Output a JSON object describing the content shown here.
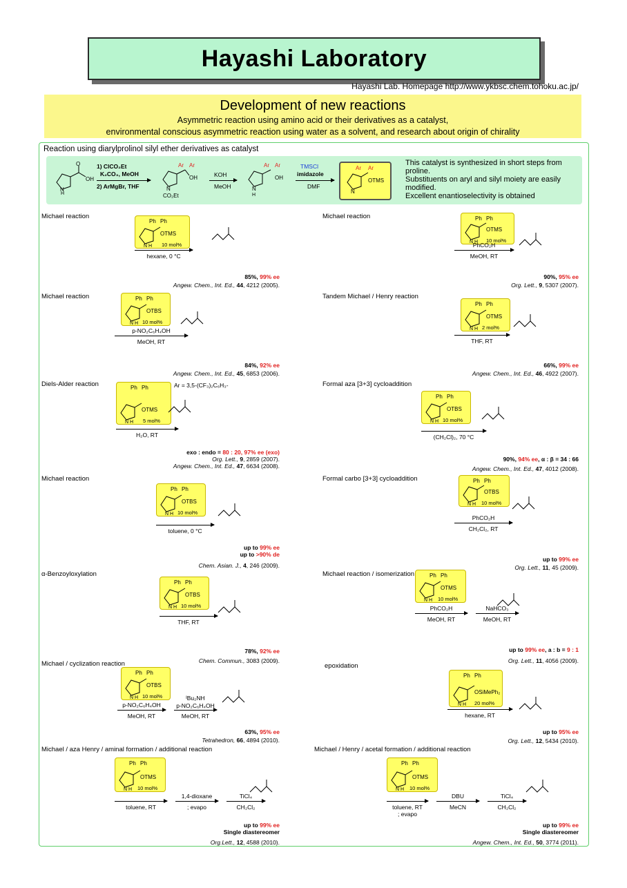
{
  "header": {
    "title": "Hayashi Laboratory",
    "homepage": "Hayashi Lab. Homepage http://www.ykbsc.chem.tohoku.ac.jp/"
  },
  "intro": {
    "title": "Development of new reactions",
    "line1": "Asymmetric reaction using amino acid or their derivatives as a catalyst,",
    "line2": "environmental conscious asymmetric reaction using water as a solvent, and research about origin of chirality"
  },
  "catalyst_section": {
    "header": "Reaction using diarylprolinol silyl ether derivatives as catalyst",
    "step1_a": "1) ClCO₂Et",
    "step1_b": "K₂CO₃, MeOH",
    "step1_c": "2) ArMgBr, THF",
    "step2_a": "KOH",
    "step2_b": "MeOH",
    "step3_a": "TMSCl",
    "step3_b": "imidazole",
    "step3_c": "DMF",
    "desc1": "This catalyst is synthesized in short steps from proline.",
    "desc2": "Substituents on aryl and silyl moiety are easily modified.",
    "desc3": "Excellent enantioselectivity is obtained"
  },
  "reactions": [
    {
      "label": "Michael reaction",
      "cat": "10 mol%",
      "silyl": "OTMS",
      "cond": "hexane, 0 °C",
      "yield": "85%, ",
      "ee": "99% ee",
      "ref": "Angew. Chem., Int. Ed., ",
      "vol": "44",
      "pages": ", 4212 (2005)."
    },
    {
      "label": "Michael reaction",
      "cat": "10 mol%",
      "silyl": "OTMS",
      "cond_top": "PhCO₂H",
      "cond": "MeOH, RT",
      "yield": "90%, ",
      "ee": "95% ee",
      "ref": "Org. Lett., ",
      "vol": "9",
      "pages": ", 5307 (2007)."
    },
    {
      "label": "Michael reaction",
      "cat": "10 mol%",
      "silyl": "OTBS",
      "cond_top": "p-NO₂C₆H₄OH",
      "cond": "MeOH, RT",
      "yield": "84%, ",
      "ee": "92% ee",
      "ref": "Angew. Chem., Int. Ed., ",
      "vol": "45",
      "pages": ", 6853 (2006)."
    },
    {
      "label": "Tandem Michael / Henry reaction",
      "cat": "2 mol%",
      "silyl": "OTMS",
      "cond": "THF, RT",
      "yield": "66%, ",
      "ee": "99% ee",
      "ref": "Angew. Chem., Int. Ed., ",
      "vol": "46",
      "pages": ", 4922 (2007)."
    },
    {
      "label": "Diels-Alder reaction",
      "cat": "5 mol%",
      "silyl": "OTMS",
      "note": "Ar = 3,5-(CF₃)₂C₆H₃-",
      "cond": "H₂O, RT",
      "yield": "exo : endo = ",
      "ee": "80 : 20, 97% ee (exo)",
      "ref": "Org. Lett., ",
      "vol": "9",
      "pages": ", 2859 (2007).",
      "ref2": "Angew. Chem., Int. Ed., ",
      "vol2": "47",
      "pages2": ", 6634 (2008)."
    },
    {
      "label": "Formal aza [3+3] cycloaddition",
      "cat": "10 mol%",
      "silyl": "OTBS",
      "cond": "(CH₂Cl)₂, 70 °C",
      "yield": "90%, ",
      "ee": "94% ee",
      "yield_extra": ", α : β = 34 : 66",
      "ref": "Angew. Chem., Int. Ed., ",
      "vol": "47",
      "pages": ", 4012 (2008)."
    },
    {
      "label": "Michael reaction",
      "cat": "10 mol%",
      "silyl": "OTBS",
      "cond": "toluene, 0 °C",
      "yield": "up to ",
      "ee": "99% ee",
      "yield2": "up to ",
      "de": ">90% de",
      "ref": "Chem. Asian. J., ",
      "vol": "4",
      "pages": ", 246 (2009)."
    },
    {
      "label": "Formal carbo [3+3] cycloaddition",
      "cat": "10 mol%",
      "silyl": "OTBS",
      "cond_top": "PhCO₂H",
      "cond": "CH₂Cl₂, RT",
      "yield": "up to ",
      "ee": "99% ee",
      "ref": "Org. Lett., ",
      "vol": "11",
      "pages": ", 45 (2009)."
    },
    {
      "label": "α-Benzoyloxylation",
      "cat": "10 mol%",
      "silyl": "OTBS",
      "cond": "THF, RT",
      "yield": "78%, ",
      "ee": "92% ee",
      "ref": "Chem. Commun., ",
      "vol": "",
      "pages": "3083 (2009)."
    },
    {
      "label": "Michael reaction / isomerization",
      "cat": "10 mol%",
      "silyl": "OTMS",
      "cond_top": "PhCO₂H",
      "cond": "MeOH, RT",
      "cond2_top": "NaHCO₃",
      "cond2": "MeOH, RT",
      "yield": "up to ",
      "ee": "99% ee",
      "yield_extra": ", a : b = ",
      "ratio": "9 : 1",
      "ref": "Org. Lett., ",
      "vol": "11",
      "pages": ", 4056 (2009)."
    },
    {
      "label": "Michael / cyclization reaction",
      "cat": "10 mol%",
      "silyl": "OTBS",
      "cond_top": "p-NO₂C₆H₄OH",
      "cond": "MeOH, RT",
      "cond2_top": "ᴵBu₂NH",
      "cond2_mid": "p-NO₂C₆H₄OH",
      "cond2": "MeOH, RT",
      "yield": "63%, ",
      "ee": "95% ee",
      "ref": "Tetrahedron, ",
      "vol": "66",
      "pages": ", 4894 (2010)."
    },
    {
      "label": "epoxidation",
      "cat": "20 mol%",
      "silyl": "OSiMePh₂",
      "cond": "hexane, RT",
      "yield": "up to ",
      "ee": "95% ee",
      "ref": "Org. Lett., ",
      "vol": "12",
      "pages": ", 5434 (2010)."
    },
    {
      "label": "Michael / aza Henry / aminal formation / additional reaction",
      "cat": "10 mol%",
      "silyl": "OTMS",
      "cond": "toluene, RT",
      "cond2_top": "1,4-dioxane",
      "cond2": "; evapo",
      "cond3_top": "TiCl₄",
      "cond3": "CH₂Cl₂",
      "yield": "up to ",
      "ee": "99% ee",
      "extra": "Single diastereomer",
      "ref": "Org.Lett., ",
      "vol": "12",
      "pages": ", 4588 (2010)."
    },
    {
      "label": "Michael / Henry / acetal formation / additional reaction",
      "cat": "10 mol%",
      "silyl": "OTMS",
      "cond": "toluene, RT",
      "cond_b": "; evapo",
      "cond2_top": "DBU",
      "cond2": "MeCN",
      "cond3_top": "TiCl₄",
      "cond3": "CH₂Cl₂",
      "yield": "up to ",
      "ee": "99% ee",
      "extra": "Single diastereomer",
      "ref": "Angew. Chem., Int. Ed., ",
      "vol": "50",
      "pages": ", 3774 (2011)."
    }
  ],
  "colors": {
    "title_bg": "#b8f5cf",
    "intro_bg": "#fbf78c",
    "catalyst_bg": "#c9f5d6",
    "card_bg": "#ffff66",
    "highlight": "#e0201f",
    "frame": "#5fcf6a"
  }
}
